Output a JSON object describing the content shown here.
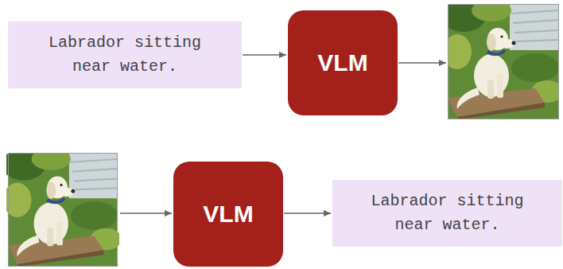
{
  "diagram": {
    "nodes": [
      {
        "text": [
          "Labrador sitting near water."
        ]
      },
      {
        "text": [
          "VLM"
        ]
      },
      {
        "text": [
          "VLM"
        ]
      },
      {
        "text": [
          "Labrador sitting near water."
        ]
      }
    ],
    "edges": [
      {
        "from": 0,
        "to": 1,
        "arrow": "to"
      },
      {
        "from": 2,
        "to": 3,
        "arrow": "to"
      }
    ]
  }
}
